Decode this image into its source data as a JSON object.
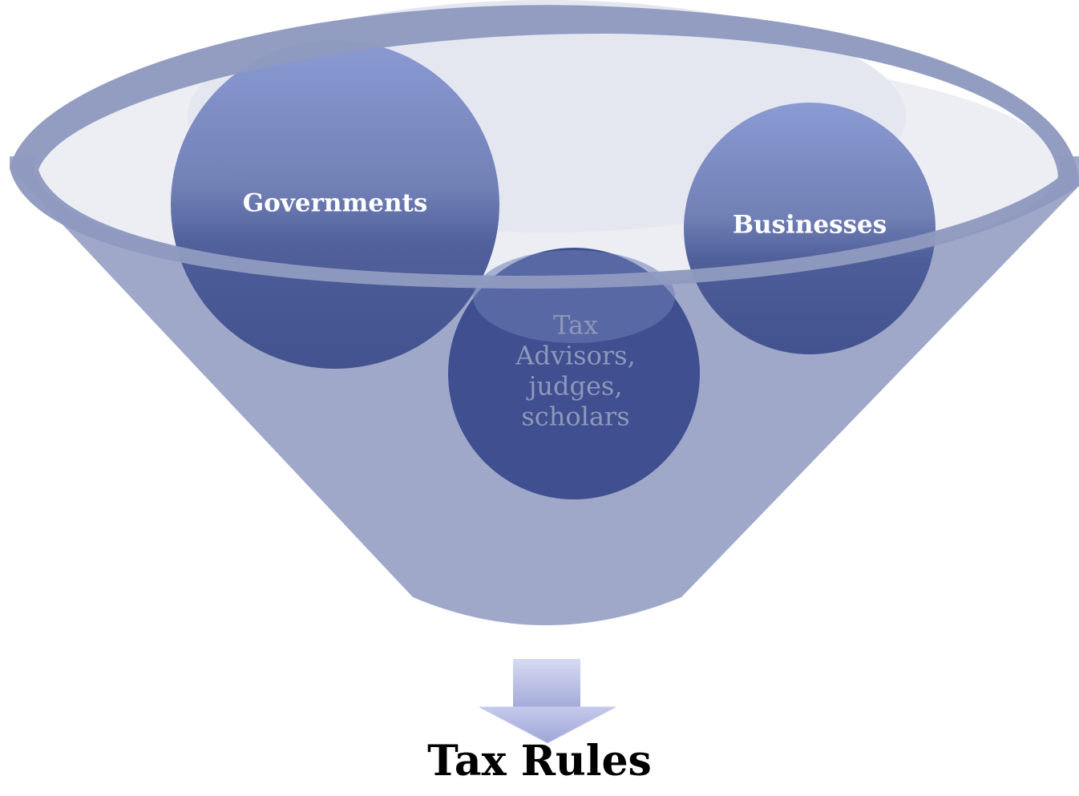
{
  "diagram": {
    "sources": [
      {
        "id": "governments",
        "label": "Governments"
      },
      {
        "id": "businesses",
        "label": "Businesses"
      },
      {
        "id": "advisors",
        "lines": [
          "Tax",
          "Advisors,",
          "judges,",
          "scholars"
        ]
      }
    ],
    "result": {
      "label": "Tax Rules"
    }
  },
  "colors": {
    "funnel": "#9ea7c8",
    "funnel_rim": "#8e99bf",
    "funnel_inner": "#eceef4",
    "circle_top": "#8595cd",
    "circle_bottom": "#3e4d8b",
    "arrow": "#aeb4df",
    "label_light": "#ffffff",
    "label_muted": "#8e98bd"
  }
}
